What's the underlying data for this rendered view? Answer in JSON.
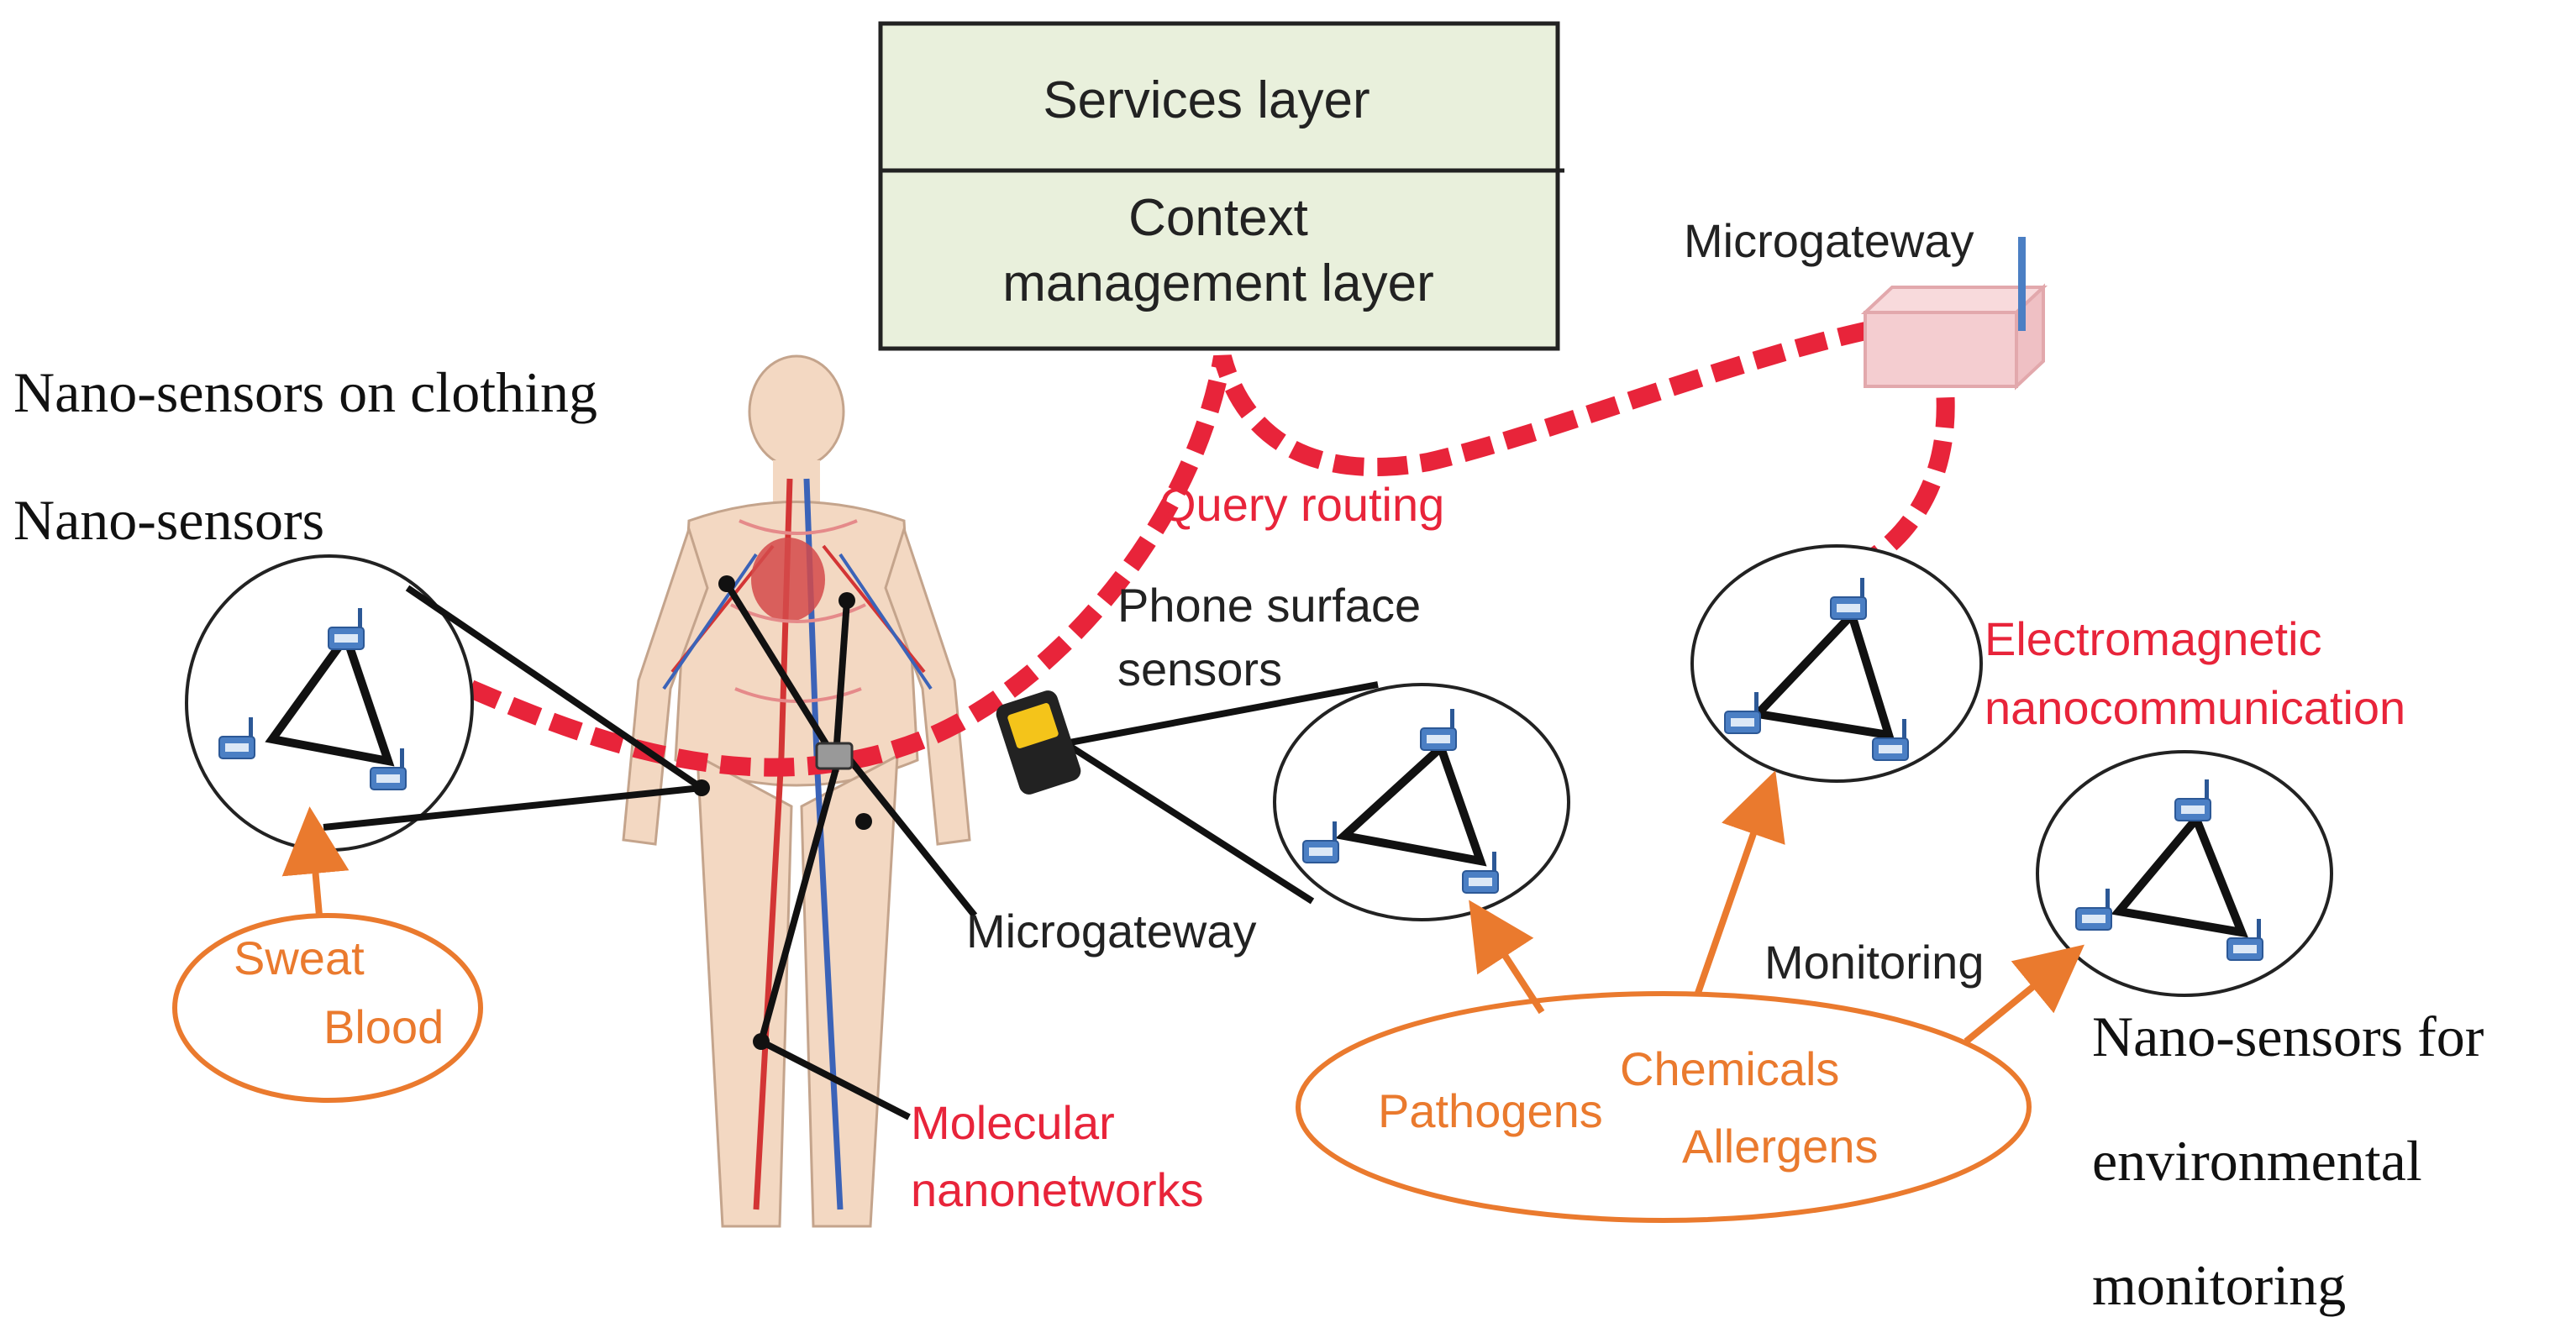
{
  "layers": {
    "services": "Services layer",
    "context_line1": "Context",
    "context_line2": "management layer"
  },
  "labels": {
    "clothing_sensors": "Nano-sensors on clothing",
    "nano_sensors": "Nano-sensors",
    "query_routing": "Query routing",
    "microgateway_top": "Microgateway",
    "phone_line1": "Phone surface",
    "phone_line2": "sensors",
    "em_line1": "Electromagnetic",
    "em_line2": "nanocommunication",
    "microgateway_body": "Microgateway",
    "monitoring": "Monitoring",
    "molecular_line1": "Molecular",
    "molecular_line2": "nanonetworks",
    "env_line1": "Nano-sensors for",
    "env_line2": "environmental",
    "env_line3": "monitoring"
  },
  "bio_samples": {
    "sweat": "Sweat",
    "blood": "Blood"
  },
  "environment_samples": {
    "pathogens": "Pathogens",
    "chemicals": "Chemicals",
    "allergens": "Allergens"
  },
  "colors": {
    "layer_fill": "#e9f0dc",
    "route_red": "#e8243a",
    "sample_orange": "#ea7a2e",
    "sensor_blue": "#4b7fc4"
  },
  "icons": {
    "sensor": "nano-sensor-icon",
    "router": "microgateway-router-icon",
    "phone": "smartphone-icon",
    "body": "human-body-icon"
  }
}
